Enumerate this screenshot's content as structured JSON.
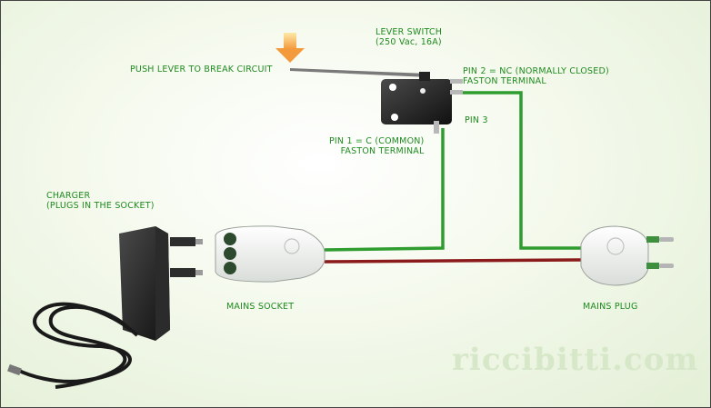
{
  "labels": {
    "lever_switch": [
      "LEVER SWITCH",
      "(250 Vac, 16A)"
    ],
    "push_lever": "PUSH LEVER TO BREAK CIRCUIT",
    "pin2": [
      "PIN 2 = NC (NORMALLY CLOSED)",
      "FASTON TERMINAL"
    ],
    "pin3": "PIN 3",
    "pin1": [
      "PIN 1 = C (COMMON)",
      "FASTON TERMINAL"
    ],
    "charger": [
      "CHARGER",
      "(PLUGS IN THE SOCKET)"
    ],
    "mains_socket": "MAINS SOCKET",
    "mains_plug": "MAINS PLUG"
  },
  "watermark": "riccibitti.com",
  "colors": {
    "label_text": "#1f8a1f",
    "wire_green": "#2e9c2e",
    "wire_red": "#8b1a1a",
    "arrow": "#f4b84a"
  },
  "icons": [
    "arrow-down-icon",
    "lever-switch",
    "charger",
    "mains-socket",
    "mains-plug"
  ]
}
